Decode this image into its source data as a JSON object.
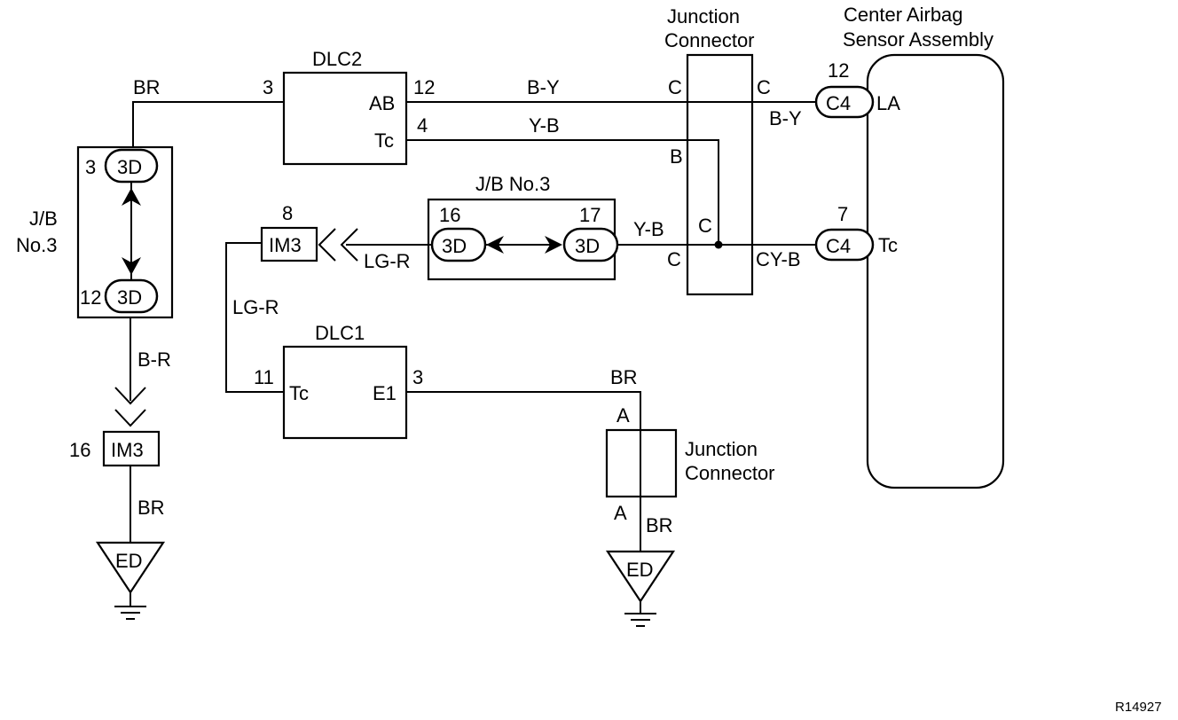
{
  "components": {
    "dlc2": {
      "title": "DLC2",
      "pin_ab": "AB",
      "pin_tc": "Tc",
      "pin_3": "3",
      "pin_12": "12",
      "pin_4": "4"
    },
    "dlc1": {
      "title": "DLC1",
      "pin_tc": "Tc",
      "pin_e1": "E1",
      "pin_11": "11",
      "pin_3": "3"
    },
    "jc_top": {
      "title_line1": "Junction",
      "title_line2": "Connector",
      "term_c_tl": "C",
      "term_c_tr": "C",
      "term_b": "B",
      "term_c_mid": "C",
      "term_c_bl": "C",
      "term_c_br": "C"
    },
    "jc_bottom": {
      "title_line1": "Junction",
      "title_line2": "Connector",
      "term_a_top": "A",
      "term_a_bottom": "A"
    },
    "airbag": {
      "title_line1": "Center Airbag",
      "title_line2": "Sensor Assembly",
      "pin_la": "LA",
      "pin_tc": "Tc"
    },
    "jb_left": {
      "label_line1": "J/B",
      "label_line2": "No.3",
      "conn_top": "3D",
      "conn_top_pin": "3",
      "conn_bottom": "3D",
      "conn_bottom_pin": "12"
    },
    "jb_mid": {
      "label": "J/B No.3",
      "conn_left": "3D",
      "conn_left_pin": "16",
      "conn_right": "3D",
      "conn_right_pin": "17"
    },
    "im3_top": {
      "label": "IM3",
      "pin": "8"
    },
    "im3_bottom": {
      "label": "IM3",
      "pin": "16"
    },
    "c4_top": {
      "label": "C4",
      "pin": "12"
    },
    "c4_bottom": {
      "label": "C4",
      "pin": "7"
    },
    "ground_left": {
      "label": "ED"
    },
    "ground_right": {
      "label": "ED"
    }
  },
  "wires": {
    "br_top": "BR",
    "b_y_top": "B-Y",
    "y_b_top": "Y-B",
    "b_y_right": "B-Y",
    "y_b_mid": "Y-B",
    "c_y_b_right": "CY-B",
    "lg_r_left": "LG-R",
    "lg_r_vertical": "LG-R",
    "b_r_left": "B-R",
    "br_left_bottom": "BR",
    "br_dlc1": "BR",
    "br_jc_bottom": "BR"
  },
  "figure_id": "R14927"
}
